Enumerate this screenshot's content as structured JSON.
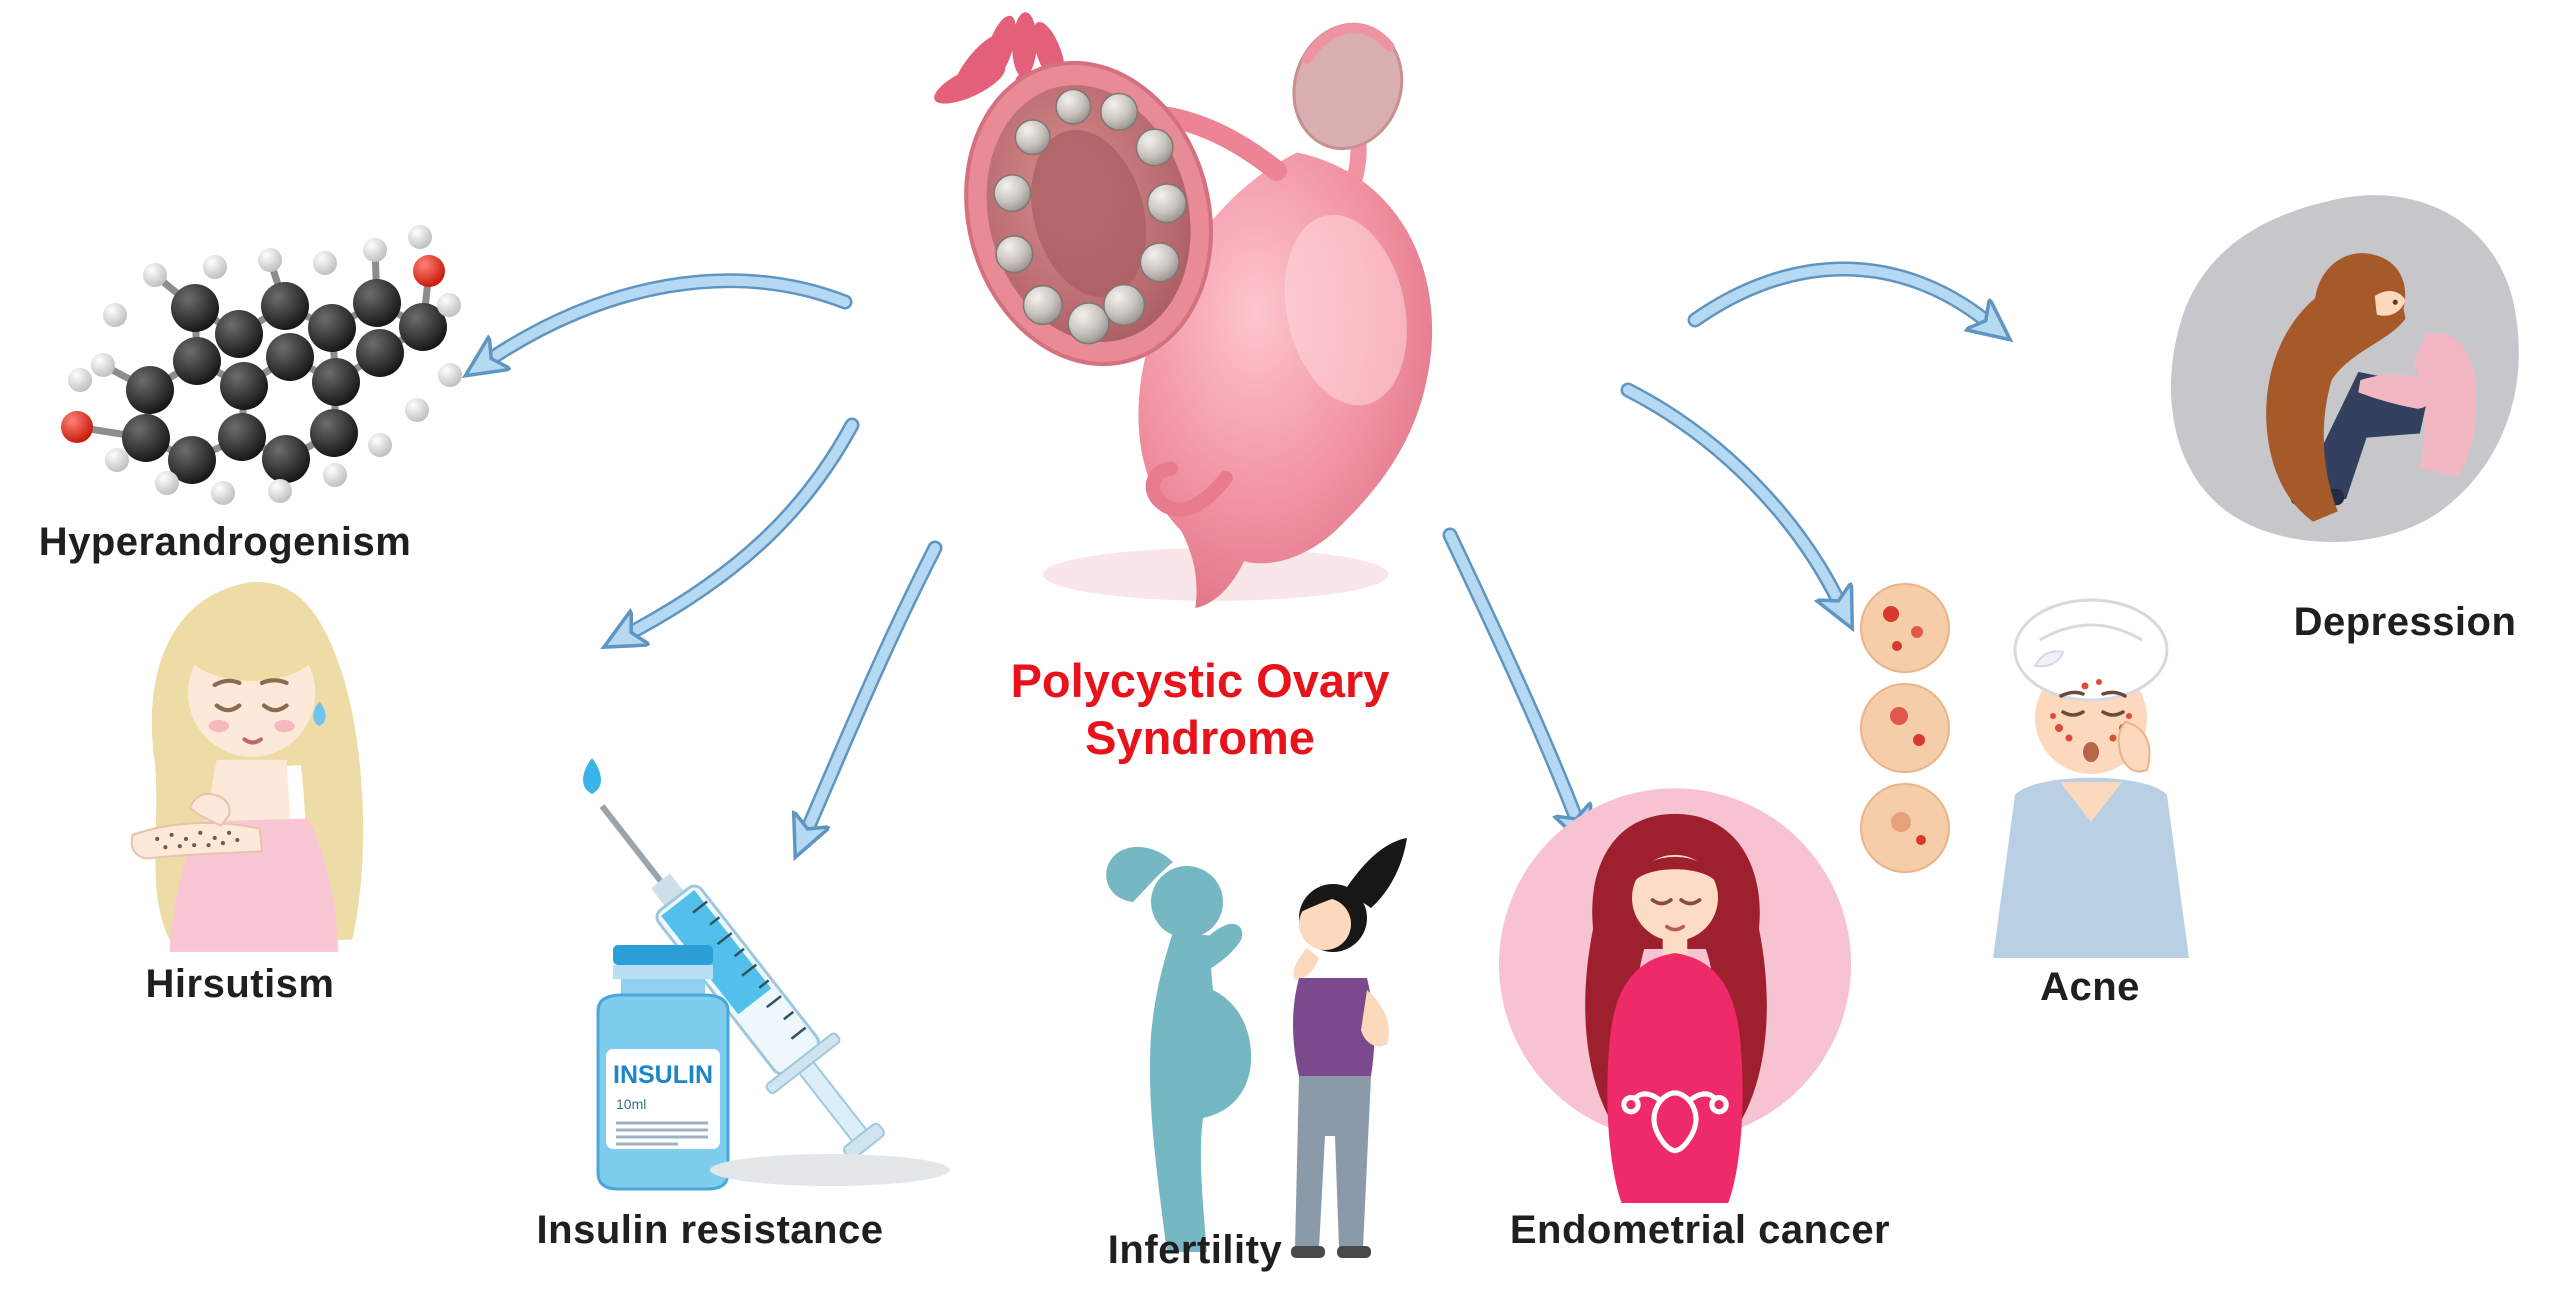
{
  "diagram": {
    "title": "Polycystic Ovary Syndrome",
    "title_color": "#e8121a",
    "labels": {
      "hyperandrogenism": "Hyperandrogenism",
      "hirsutism": "Hirsutism",
      "insulin_resistance": "Insulin resistance",
      "infertility": "Infertility",
      "endometrial_cancer": "Endometrial cancer",
      "acne": "Acne",
      "depression": "Depression"
    },
    "insulin_vial": {
      "name": "INSULIN",
      "volume": "10ml"
    },
    "arrow_color": "#b5d9f2",
    "arrow_outline_color": "#5f95c0",
    "background_color": "#ffffff"
  }
}
